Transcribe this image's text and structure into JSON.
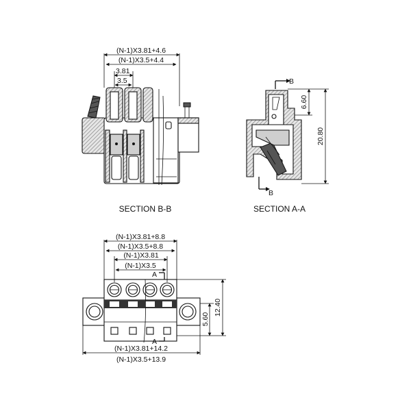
{
  "section_bb": {
    "title": "SECTION B-B",
    "dim_overall_381": "(N-1)X3.81+4.6",
    "dim_overall_35": "(N-1)X3.5+4.4",
    "dim_pitch_381": "3.81",
    "dim_pitch_35": "3.5"
  },
  "section_aa": {
    "title": "SECTION A-A",
    "marker_top": "B",
    "marker_bottom": "B",
    "dim_height_small": "6.60",
    "dim_height_total": "20.80"
  },
  "front_view": {
    "dim_381_88": "(N-1)X3.81+8.8",
    "dim_35_88": "(N-1)X3.5+8.8",
    "dim_381": "(N-1)X3.81",
    "dim_35": "(N-1)X3.5",
    "marker_top": "A",
    "marker_bottom": "A",
    "dim_height_small": "5.60",
    "dim_height_total": "12.40",
    "dim_381_142": "(N-1)X3.81+14.2",
    "dim_35_139": "(N-1)X3.5+13.9"
  }
}
